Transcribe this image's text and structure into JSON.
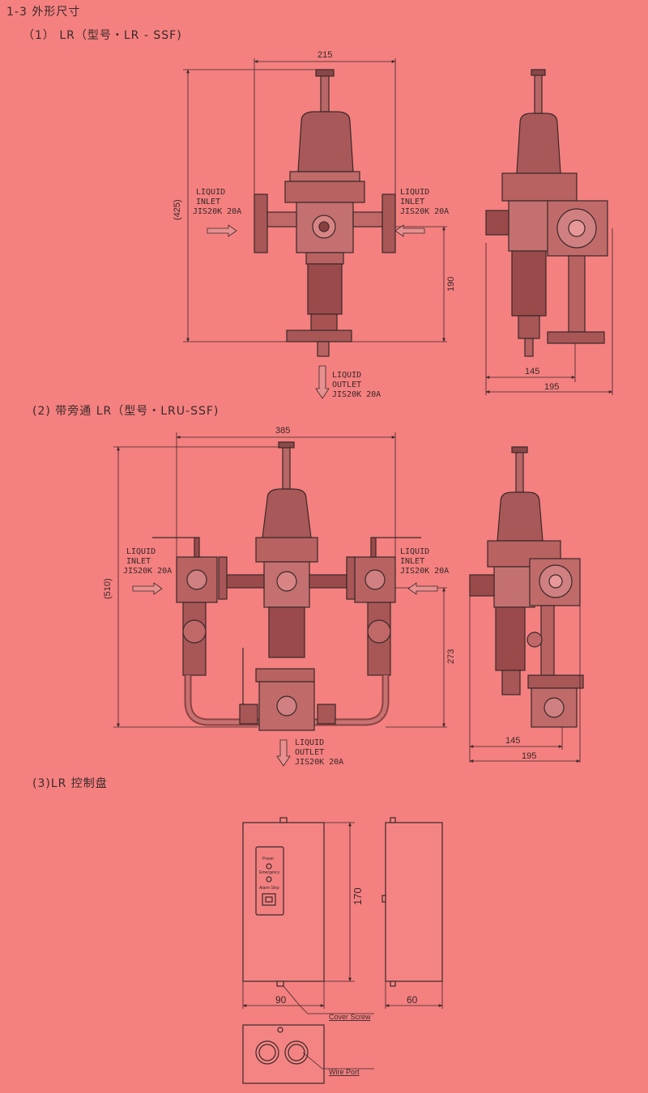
{
  "section": {
    "title": "1-3 外形尺寸",
    "part1": "（1） LR（型号・LR - SSF)",
    "part2": "(2) 带旁通 LR（型号・LRU-SSF)",
    "part3": "(3)LR 控制盘"
  },
  "fig1": {
    "dim_width": "215",
    "dim_height": "(425)",
    "dim_outlet": "190",
    "dim_side_a": "145",
    "dim_side_b": "195",
    "inlet_left": [
      "LIQUID",
      "INLET",
      "JIS20K 20A"
    ],
    "inlet_right": [
      "LIQUID",
      "INLET",
      "JIS20K 20A"
    ],
    "outlet": [
      "LIQUID",
      "OUTLET",
      "JIS20K 20A"
    ]
  },
  "fig2": {
    "dim_width": "385",
    "dim_height": "(510)",
    "dim_outlet": "273",
    "dim_side_a": "145",
    "dim_side_b": "195",
    "inlet_left": [
      "LIQUID",
      "INLET",
      "JIS20K 20A"
    ],
    "inlet_right": [
      "LIQUID",
      "INLET",
      "JIS20K 20A"
    ],
    "outlet": [
      "LIQUID",
      "OUTLET",
      "JIS20K 20A"
    ]
  },
  "fig3": {
    "dim_height": "170",
    "dim_width": "90",
    "dim_depth": "60",
    "panel_power": "Power",
    "panel_emergency": "Emergency",
    "panel_alarm": "Alarm Stop",
    "cover_screw": "Cover Screw",
    "wire_port": "Wire Port"
  }
}
